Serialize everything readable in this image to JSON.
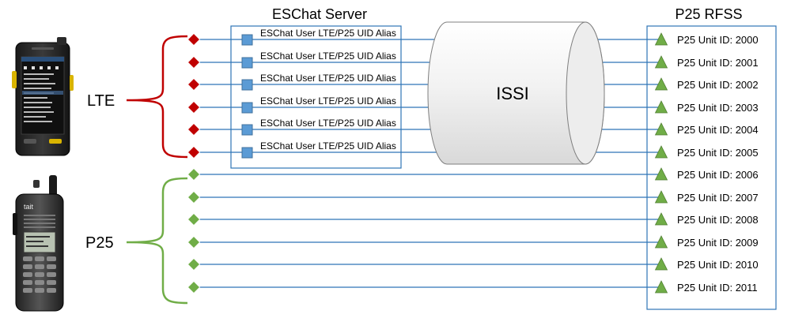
{
  "titles": {
    "server": "ESChat Server",
    "rfss": "P25 RFSS"
  },
  "groups": {
    "lte_label": "LTE",
    "p25_label": "P25"
  },
  "issi_label": "ISSI",
  "alias_entries": [
    "ESChat User LTE/P25 UID Alias",
    "ESChat User LTE/P25 UID Alias",
    "ESChat User LTE/P25 UID Alias",
    "ESChat User LTE/P25 UID Alias",
    "ESChat User LTE/P25 UID Alias",
    "ESChat User LTE/P25 UID Alias"
  ],
  "units": [
    "P25 Unit ID: 2000",
    "P25 Unit ID: 2001",
    "P25 Unit ID: 2002",
    "P25 Unit ID: 2003",
    "P25 Unit ID: 2004",
    "P25 Unit ID: 2005",
    "P25 Unit ID: 2006",
    "P25 Unit ID: 2007",
    "P25 Unit ID: 2008",
    "P25 Unit ID: 2009",
    "P25 Unit ID: 2010",
    "P25 Unit ID: 2011"
  ],
  "radio_brand": "tait",
  "colors": {
    "lte": "#c00000",
    "p25": "#70ad47",
    "line": "#2e75b6",
    "node_blue": "#5b9bd5",
    "triangle": "#70ad47"
  },
  "icons": {
    "smartphone": "smartphone-icon",
    "radio": "handheld-radio-icon"
  }
}
